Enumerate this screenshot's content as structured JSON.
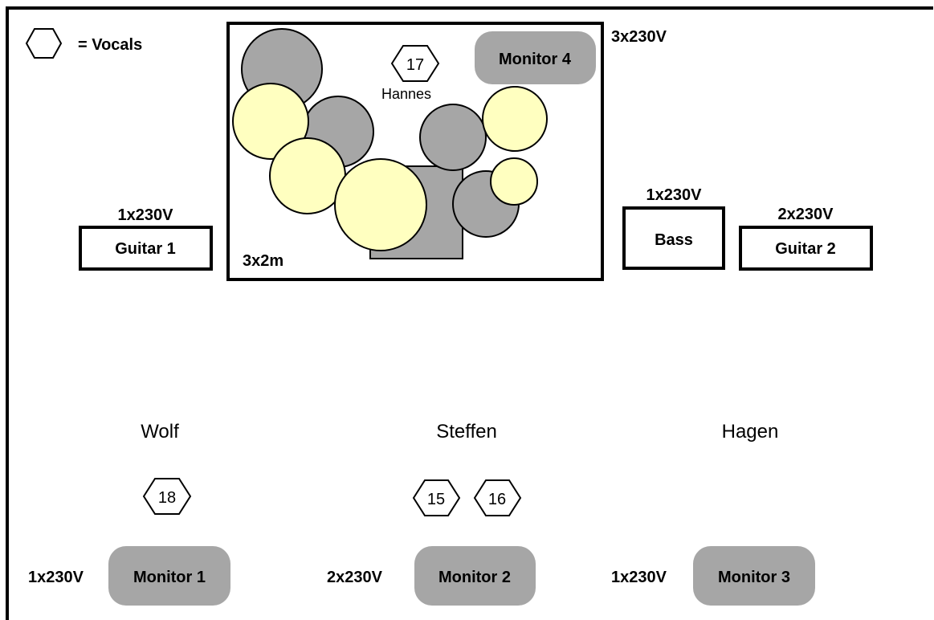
{
  "legend": {
    "vocals_label": "= Vocals"
  },
  "riser": {
    "size_label": "3x2m",
    "power_label": "3x230V"
  },
  "drummer": {
    "name": "Hannes",
    "vocal_channel": "17"
  },
  "monitors": {
    "m4": "Monitor 4",
    "m1": "Monitor 1",
    "m2": "Monitor 2",
    "m3": "Monitor 3"
  },
  "amps": {
    "guitar1": {
      "label": "Guitar 1",
      "power": "1x230V"
    },
    "bass": {
      "label": "Bass",
      "power": "1x230V"
    },
    "guitar2": {
      "label": "Guitar 2",
      "power": "2x230V"
    }
  },
  "musicians": {
    "wolf": {
      "name": "Wolf",
      "vocal_channels": [
        "18"
      ],
      "monitor_power": "1x230V"
    },
    "steffen": {
      "name": "Steffen",
      "vocal_channels": [
        "15",
        "16"
      ],
      "monitor_power": "2x230V"
    },
    "hagen": {
      "name": "Hagen",
      "monitor_power": "1x230V"
    }
  },
  "colors": {
    "drum_dark": "#a6a6a6",
    "cymbal_light": "#ffffc0",
    "monitor_fill": "#a6a6a6",
    "outline": "#000000"
  }
}
